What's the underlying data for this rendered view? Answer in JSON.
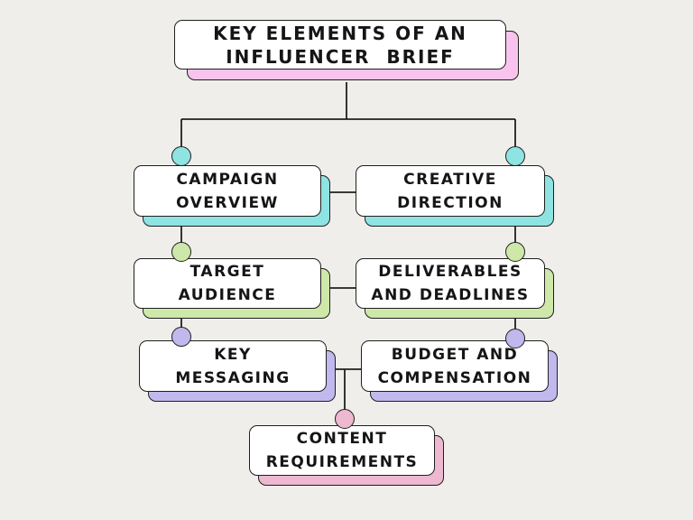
{
  "diagram": {
    "title": {
      "line1": "Key Elements of an",
      "line2": "Influencer  Brief"
    },
    "nodes": {
      "campaign_overview": {
        "line1": "Campaign",
        "line2": "Overview"
      },
      "creative_direction": {
        "line1": "Creative",
        "line2": "Direction"
      },
      "target_audience": {
        "line1": "Target",
        "line2": "Audience"
      },
      "deliverables_deadlines": {
        "line1": "Deliverables",
        "line2": "and Deadlines"
      },
      "key_messaging": {
        "line1": "Key",
        "line2": "Messaging"
      },
      "budget_compensation": {
        "line1": "Budget and",
        "line2": "Compensation"
      },
      "content_requirements": {
        "line1": "Content",
        "line2": "Requirements"
      }
    },
    "colors": {
      "background": "#f0eeea",
      "title_accent": "#f8c3ec",
      "row1_accent": "#8ee3e3",
      "row2_accent": "#cde8a9",
      "row3_accent": "#c1b9ee",
      "row4_accent": "#eeb8d0",
      "outline": "#1f1f1f"
    }
  }
}
